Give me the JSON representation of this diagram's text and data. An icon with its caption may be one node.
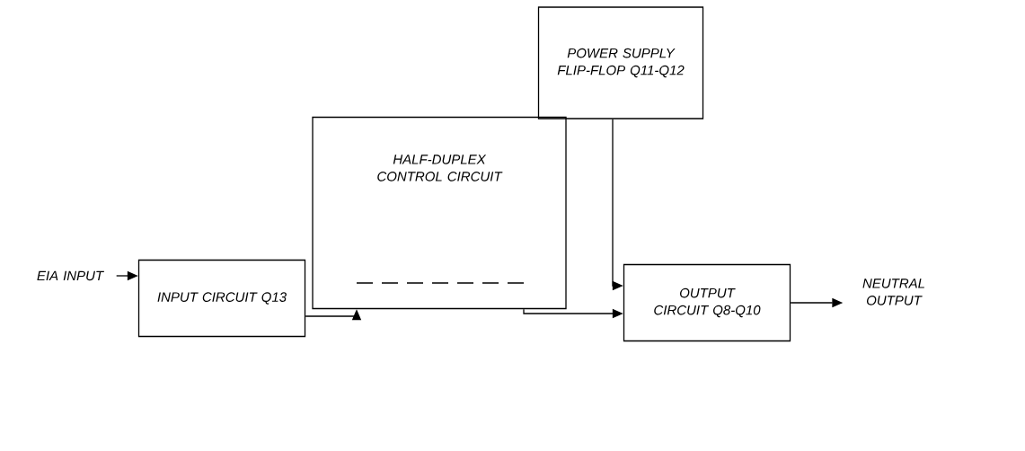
{
  "diagram": {
    "nodes": [
      {
        "text": [
          "POWER SUPPLY FLIP-FLOP Q11-Q12"
        ]
      },
      {
        "text": [
          "HALF-DUPLEX CONTROL CIRCUIT"
        ]
      },
      {
        "text": [
          "EIA INPUT"
        ]
      },
      {
        "text": [
          "INPUT CIRCUIT Q13"
        ]
      },
      {
        "text": [
          "OUTPUT CIRCUIT Q8-Q10"
        ]
      },
      {
        "text": [
          "NEUTRAL OUTPUT"
        ]
      }
    ],
    "edges": [
      {
        "from": 2,
        "to": 3,
        "arrow": "to"
      },
      {
        "from": 3,
        "to": 1,
        "arrow": "to"
      },
      {
        "from": 1,
        "to": 4,
        "arrow": "to"
      },
      {
        "from": 0,
        "to": 4,
        "arrow": "to"
      },
      {
        "from": 4,
        "to": 5,
        "arrow": "to"
      }
    ]
  }
}
